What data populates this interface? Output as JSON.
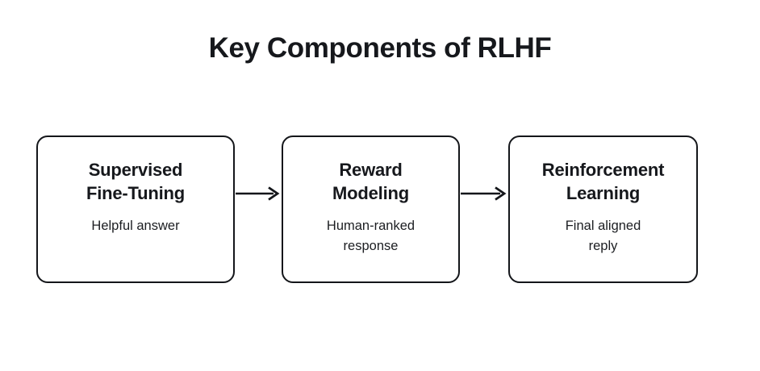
{
  "diagram": {
    "title": "Key Components of RLHF",
    "type": "flow",
    "background_color": "#ffffff",
    "stroke_color": "#14161a",
    "text_color": "#16181c",
    "nodes": [
      {
        "id": "supervised-fine-tuning",
        "title": "Supervised\nFine-Tuning",
        "subtitle": "Helpful answer"
      },
      {
        "id": "reward-modeling",
        "title": "Reward\nModeling",
        "subtitle": "Human-ranked\nresponse"
      },
      {
        "id": "reinforcement-learning",
        "title": "Reinforcement\nLearning",
        "subtitle": "Final aligned\nreply"
      }
    ],
    "connectors": [
      {
        "id": "arrow-1",
        "from": "supervised-fine-tuning",
        "to": "reward-modeling",
        "label": ""
      },
      {
        "id": "arrow-2",
        "from": "reward-modeling",
        "to": "reinforcement-learning",
        "label": ""
      }
    ]
  }
}
